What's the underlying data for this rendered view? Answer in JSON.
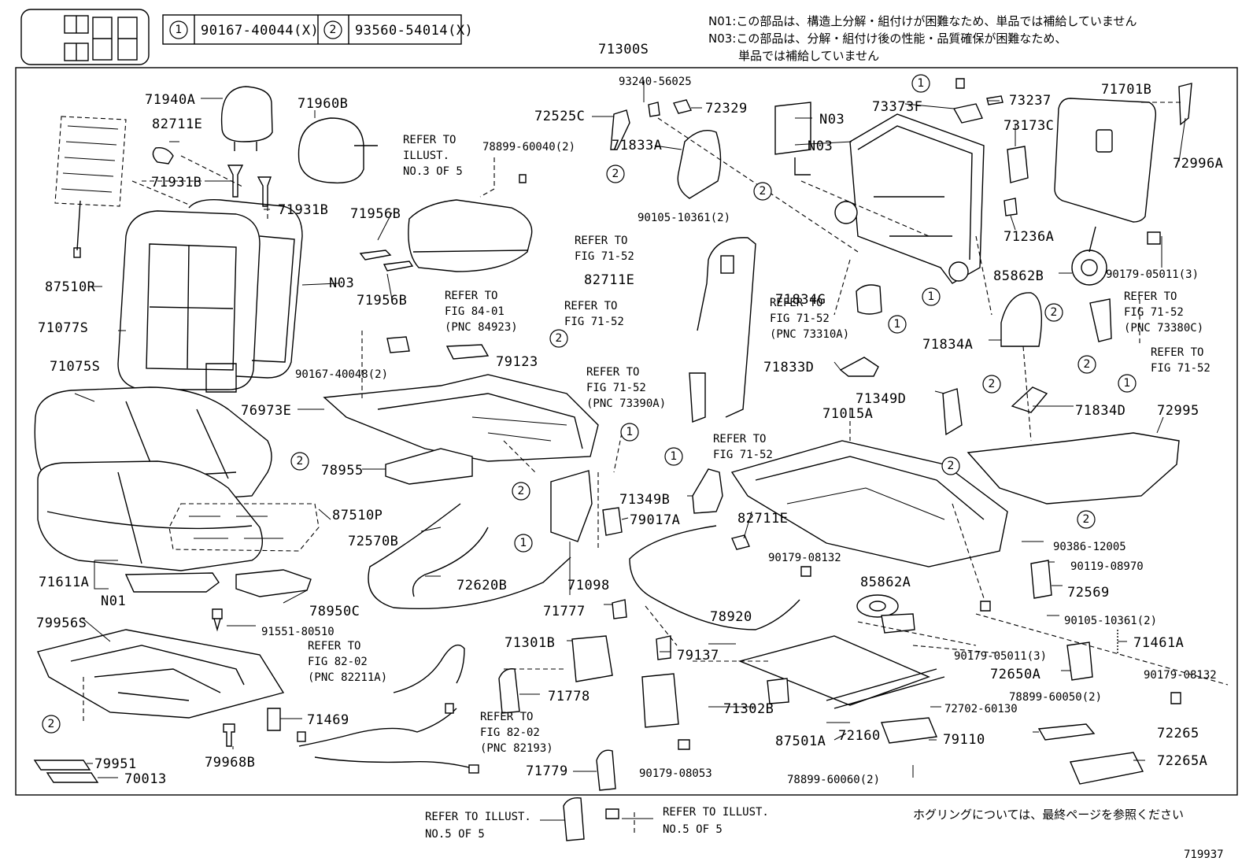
{
  "notes": {
    "n01": "N01:この部品は、構造上分解・組付けが困難なため、単品では補給していません",
    "n03a": "N03:この部品は、分解・組付け後の性能・品質確保が困難なため、",
    "n03b": "単品では補給していません",
    "hogring": "ホグリングについては、最終ページを参照ください"
  },
  "legend": {
    "c1": "1",
    "p1": "90167-40044(X)",
    "c2": "2",
    "p2": "93560-54014(X)"
  },
  "assembly": "71300S",
  "figure_id": "719937",
  "circle_labels": {
    "one": "1",
    "two": "2"
  },
  "refs": {
    "illust3a": "REFER TO",
    "illust3b": "ILLUST.",
    "illust3c": "NO.3 OF 5",
    "fig7152a": "REFER TO",
    "fig7152b": "FIG 71-52",
    "fig8401a": "REFER TO",
    "fig8401b": "FIG 84-01",
    "fig8401c": "(PNC 84923)",
    "fig7152c": "REFER TO",
    "fig7152d": "FIG 71-52",
    "fig7152e": "REFER TO",
    "fig7152f": "FIG 71-52",
    "fig7152g": "(PNC 73310A)",
    "fig7152h": "REFER TO",
    "fig7152i": "FIG 71-52",
    "fig7152j": "(PNC 73390A)",
    "fig7152k": "REFER TO",
    "fig7152l": "FIG 71-52",
    "fig7152m": "REFER TO",
    "fig7152n": "FIG 71-52",
    "fig7152o": "(PNC 73380C)",
    "fig7152p": "REFER TO",
    "fig7152q": "FIG 71-52",
    "fig8202a": "REFER TO",
    "fig8202b": "FIG 82-02",
    "fig8202c": "(PNC 82211A)",
    "fig8202d": "REFER TO",
    "fig8202e": "FIG 82-02",
    "fig8202f": "(PNC 82193)",
    "illust5a": "REFER TO ILLUST.",
    "illust5b": "NO.5 OF 5",
    "illust5c": "REFER TO ILLUST.",
    "illust5d": "NO.5 OF 5"
  },
  "parts": {
    "p71940A": "71940A",
    "p82711E_a": "82711E",
    "p71931B_a": "71931B",
    "p71931B_b": "71931B",
    "p71960B": "71960B",
    "p87510R": "87510R",
    "p71077S": "71077S",
    "p71075S": "71075S",
    "pN03_a": "N03",
    "p71956B_a": "71956B",
    "p71956B_b": "71956B",
    "p93240": "93240-56025",
    "p72525C": "72525C",
    "p72329": "72329",
    "p78899_60040": "78899-60040(2)",
    "p71833A": "71833A",
    "pN03_b": "N03",
    "pN03_c": "N03",
    "p90105_a": "90105-10361(2)",
    "p82711E_b": "82711E",
    "p71834G": "71834G",
    "p73373F": "73373F",
    "p73237": "73237",
    "p71701B": "71701B",
    "p73173C": "73173C",
    "p72996A": "72996A",
    "p71236A": "71236A",
    "p85862B": "85862B",
    "p90179_05011a": "90179-05011(3)",
    "p71834A": "71834A",
    "p71833D": "71833D",
    "p90167_40048": "90167-40048(2)",
    "p79123": "79123",
    "p76973E": "76973E",
    "p71349D": "71349D",
    "p71015A": "71015A",
    "p71834D": "71834D",
    "p72995": "72995",
    "p78955": "78955",
    "p87510P": "87510P",
    "p72570B": "72570B",
    "p71349B": "71349B",
    "p79017A": "79017A",
    "p82711E_c": "82711E",
    "p90179_08132a": "90179-08132",
    "p90386": "90386-12005",
    "p90119": "90119-08970",
    "p72569": "72569",
    "p71611A": "71611A",
    "pN01": "N01",
    "p72620B": "72620B",
    "p71098": "71098",
    "p85862A": "85862A",
    "p78950C": "78950C",
    "p71777": "71777",
    "p78920": "78920",
    "p90105_b": "90105-10361(2)",
    "p79956S": "79956S",
    "p91551": "91551-80510",
    "p71301B": "71301B",
    "p79137": "79137",
    "p90179_05011b": "90179-05011(3)",
    "p71461A": "71461A",
    "p72650A": "72650A",
    "p90179_08132b": "90179-08132",
    "p71778": "71778",
    "p78899_60050": "78899-60050(2)",
    "p71469": "71469",
    "p71302B": "71302B",
    "p72702": "72702-60130",
    "p79968B": "79968B",
    "p87501A": "87501A",
    "p72160": "72160",
    "p79110": "79110",
    "p72265": "72265",
    "p79951": "79951",
    "p70013": "70013",
    "p71779": "71779",
    "p90179_08053": "90179-08053",
    "p78899_60060": "78899-60060(2)",
    "p72265A": "72265A"
  }
}
